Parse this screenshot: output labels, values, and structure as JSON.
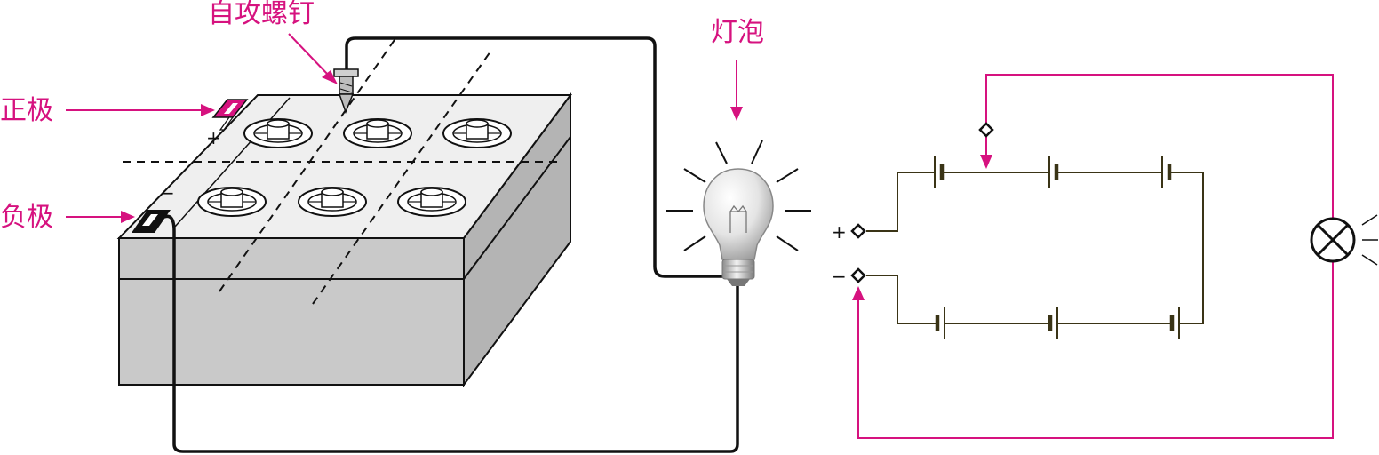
{
  "colors": {
    "accent": "#d6127f",
    "ink": "#111111",
    "circuit": "#3a3416",
    "battery_light": "#e9e9e9",
    "battery_mid": "#c9c9c9",
    "battery_dark": "#b4b4b4"
  },
  "labels": {
    "screw": "自攻螺钉",
    "bulb": "灯泡",
    "positive": "正极",
    "negative": "负极"
  },
  "battery": {
    "plus_sign": "+",
    "minus_sign": "−"
  },
  "circuit": {
    "plus_sign": "+",
    "minus_sign": "−"
  }
}
